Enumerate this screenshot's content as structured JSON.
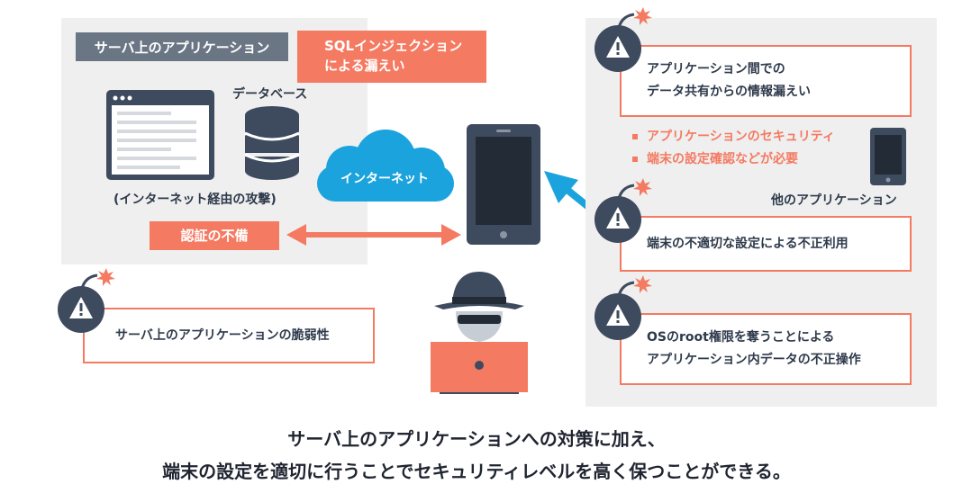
{
  "server": {
    "tag": "サーバ上のアプリケーション",
    "sql_tag": [
      "SQLインジェクション",
      "による漏えい"
    ],
    "database_label": "データベース",
    "attack_label": "(インターネット経由の攻撃)",
    "auth_tag": "認証の不備"
  },
  "cloud_label": "インターネット",
  "vuln_callout": "サーバ上のアプリケーションの脆弱性",
  "device": {
    "share_callout": [
      "アプリケーション間での",
      "データ共有からの情報漏えい"
    ],
    "bullets": [
      "アプリケーションのセキュリティ",
      "端末の設定確認などが必要"
    ],
    "other_app_label": "他のアプリケーション",
    "setting_callout": "端末の不適切な設定による不正利用",
    "root_callout": [
      "OSのroot権限を奪うことによる",
      "アプリケーション内データの不正操作"
    ]
  },
  "caption": [
    "サーバ上のアプリケーションへの対策に加え、",
    "端末の設定を適切に行うことでセキュリティレベルを高く保つことができる。"
  ],
  "colors": {
    "accent": "#f47a62",
    "navy": "#3e4b5e",
    "cloud": "#1aa3dc",
    "panel": "#efefef",
    "tag": "#6b7685"
  },
  "icons": [
    "browser-window-icon",
    "database-icon",
    "cloud-icon",
    "smartphone-icon",
    "hacker-icon",
    "bomb-warning-icon",
    "double-arrow-icon",
    "arrow-icon"
  ]
}
